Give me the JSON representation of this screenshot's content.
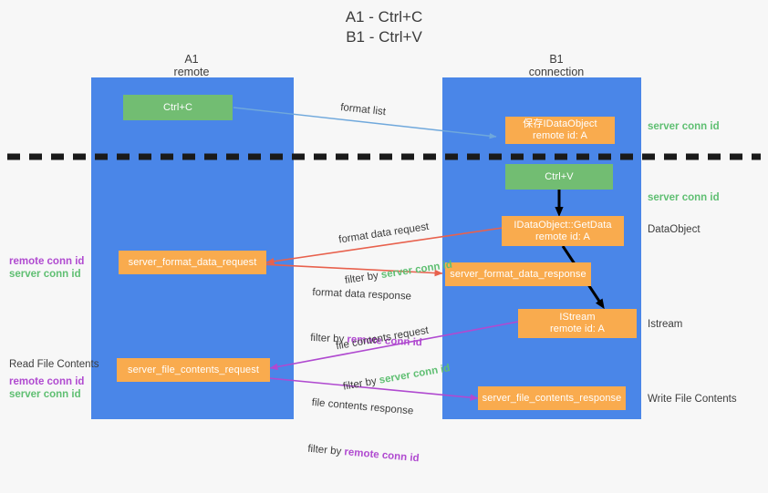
{
  "title": "A1 - Ctrl+C\nB1 - Ctrl+V",
  "colors": {
    "background": "#f7f7f7",
    "lane": "#4a86e8",
    "node_orange": "#f9ab4e",
    "node_green": "#72bd72",
    "text_green": "#5fbf72",
    "text_purple": "#b04ad0",
    "arrow_blue": "#6fa8dc",
    "arrow_red": "#e8614d",
    "arrow_purple": "#b04ad0",
    "arrow_black": "#000000",
    "divider_black": "#1a1a1a"
  },
  "columns": [
    {
      "name": "A1",
      "sublabel": "remote",
      "title": "A1\nremote"
    },
    {
      "name": "B1",
      "sublabel": "connection",
      "title": "B1\nconnection"
    }
  ],
  "nodes": {
    "ctrl_c": "Ctrl+C",
    "ctrl_v": "Ctrl+V",
    "save_idataobject": "保存IDataObject\nremote id: A",
    "idataobject_getdata": "IDataObject::GetData\nremote id: A",
    "istream": "IStream\nremote id: A",
    "server_format_data_request": "server_format_data_request",
    "server_format_data_response": "server_format_data_response",
    "server_file_contents_request": "server_file_contents_request",
    "server_file_contents_response": "server_file_contents_response"
  },
  "edge_labels": {
    "format_list": "format list",
    "format_data_request": "format data request",
    "format_data_request_filter_prefix": "filter by ",
    "format_data_request_filter_key": "server conn id",
    "format_data_response": "format data response",
    "format_data_response_filter_prefix": "filter by ",
    "format_data_response_filter_key": "remote conn id",
    "file_contents_request": "file contents request",
    "file_contents_request_filter_prefix": "filter by ",
    "file_contents_request_filter_key": "server conn id",
    "file_contents_response": "file contents response",
    "file_contents_response_filter_prefix": "filter by ",
    "file_contents_response_filter_key": "remote conn id"
  },
  "annotations": {
    "right_server_conn_id_top": "server conn id",
    "right_server_conn_id_mid": "server conn id",
    "right_dataobject": "DataObject",
    "right_istream": "Istream",
    "right_write_file_contents": "Write File Contents",
    "left_remote_conn_id_1": "remote conn id",
    "left_server_conn_id_1": "server conn id",
    "left_read_file_contents": "Read File Contents",
    "left_remote_conn_id_2": "remote conn id",
    "left_server_conn_id_2": "server conn id"
  }
}
